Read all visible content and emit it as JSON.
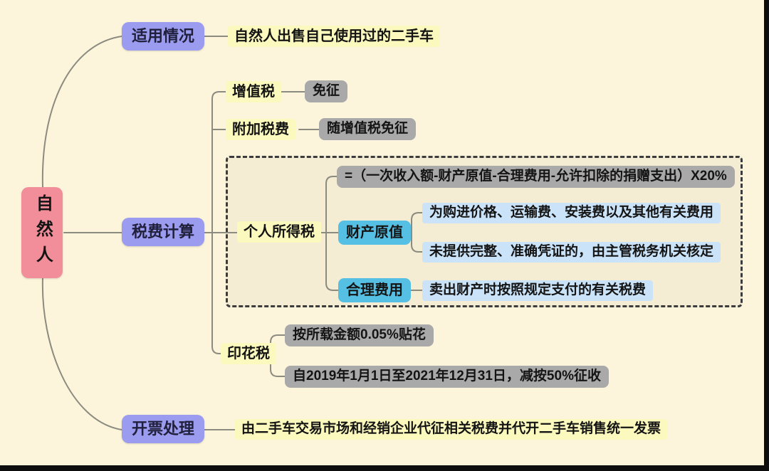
{
  "root": {
    "label": "自然人"
  },
  "branches": [
    {
      "label": "适用情况",
      "children": [
        {
          "label": "自然人出售自己使用过的二手车"
        }
      ]
    },
    {
      "label": "税费计算",
      "children": [
        {
          "label": "增值税",
          "children": [
            {
              "label": "免征"
            }
          ]
        },
        {
          "label": "附加税费",
          "children": [
            {
              "label": "随增值税免征"
            }
          ]
        },
        {
          "label": "个人所得税",
          "children": [
            {
              "label": "=（一次收入额-财产原值-合理费用-允许扣除的捐赠支出）X20%"
            },
            {
              "label": "财产原值",
              "children": [
                {
                  "label": "为购进价格、运输费、安装费以及其他有关费用"
                },
                {
                  "label": "未提供完整、准确凭证的，由主管税务机关核定"
                }
              ]
            },
            {
              "label": "合理费用",
              "children": [
                {
                  "label": "卖出财产时按照规定支付的有关税费"
                }
              ]
            }
          ]
        },
        {
          "label": "印花税",
          "children": [
            {
              "label": "按所载金额0.05%贴花"
            },
            {
              "label": "自2019年1月1日至2021年12月31日，减按50%征收"
            }
          ]
        }
      ]
    },
    {
      "label": "开票处理",
      "children": [
        {
          "label": "由二手车交易市场和经销企业代征相关税费并代开二手车销售统一发票"
        }
      ]
    }
  ],
  "colors": {
    "bg": "#fcf5db",
    "groupbg": "#f4edd3",
    "pink": "#f18e99",
    "purple": "#9b9bef",
    "yellow": "#fbf9bd",
    "gray": "#a9a9a9",
    "cyan": "#55c0e4",
    "lightblue": "#cbe3f8",
    "line": "#8b8b80"
  }
}
